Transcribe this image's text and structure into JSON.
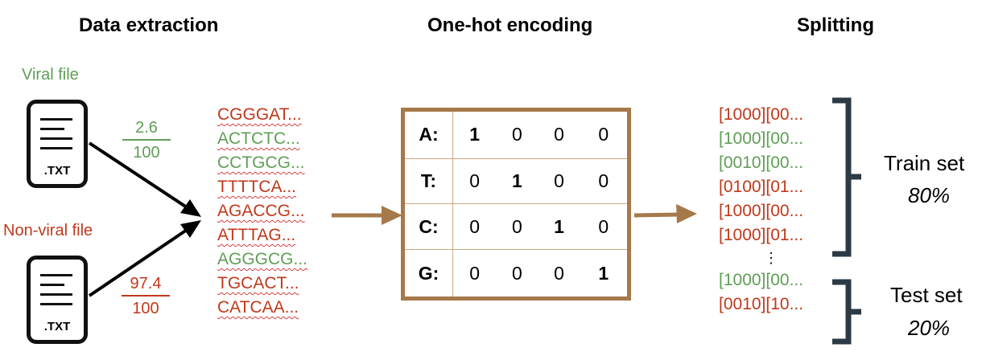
{
  "headings": {
    "extraction": "Data extraction",
    "encoding": "One-hot encoding",
    "splitting": "Splitting"
  },
  "files": {
    "viral": {
      "label": "Viral file",
      "ext": ".TXT",
      "ratio_num": "2.6",
      "ratio_den": "100",
      "color": "#5f9e56"
    },
    "nonviral": {
      "label": "Non-viral file",
      "ext": ".TXT",
      "ratio_num": "97.4",
      "ratio_den": "100",
      "color": "#c0391b"
    }
  },
  "sequences": [
    {
      "text": "CGGGAT...",
      "class": "nonviral"
    },
    {
      "text": "ACTCTC...",
      "class": "viral"
    },
    {
      "text": "CCTGCG...",
      "class": "viral"
    },
    {
      "text": "TTTTCA...",
      "class": "nonviral"
    },
    {
      "text": "AGACCG...",
      "class": "nonviral"
    },
    {
      "text": "ATTTAG...",
      "class": "nonviral"
    },
    {
      "text": "AGGGCG...",
      "class": "viral"
    },
    {
      "text": "TGCACT...",
      "class": "nonviral"
    },
    {
      "text": "CATCAA...",
      "class": "nonviral"
    }
  ],
  "onehot": {
    "rows": [
      {
        "key": "A:",
        "values": [
          "1",
          "0",
          "0",
          "0"
        ]
      },
      {
        "key": "T:",
        "values": [
          "0",
          "1",
          "0",
          "0"
        ]
      },
      {
        "key": "C:",
        "values": [
          "0",
          "0",
          "1",
          "0"
        ]
      },
      {
        "key": "G:",
        "values": [
          "0",
          "0",
          "0",
          "1"
        ]
      }
    ]
  },
  "encoded": {
    "train": [
      {
        "text": "[1000][00...",
        "class": "nonviral"
      },
      {
        "text": "[1000][00...",
        "class": "viral"
      },
      {
        "text": "[0010][00...",
        "class": "viral"
      },
      {
        "text": "[0100][01...",
        "class": "nonviral"
      },
      {
        "text": "[1000][00...",
        "class": "nonviral"
      },
      {
        "text": "[1000][01...",
        "class": "nonviral"
      }
    ],
    "ellipsis": "⋮",
    "test": [
      {
        "text": "[1000][00...",
        "class": "viral"
      },
      {
        "text": "[0010][10...",
        "class": "nonviral"
      }
    ]
  },
  "sets": {
    "train": {
      "label": "Train set",
      "pct": "80%"
    },
    "test": {
      "label": "Test set",
      "pct": "20%"
    }
  },
  "colors": {
    "arrow_brown": "#a6794b",
    "bracket": "#2b3a44"
  }
}
